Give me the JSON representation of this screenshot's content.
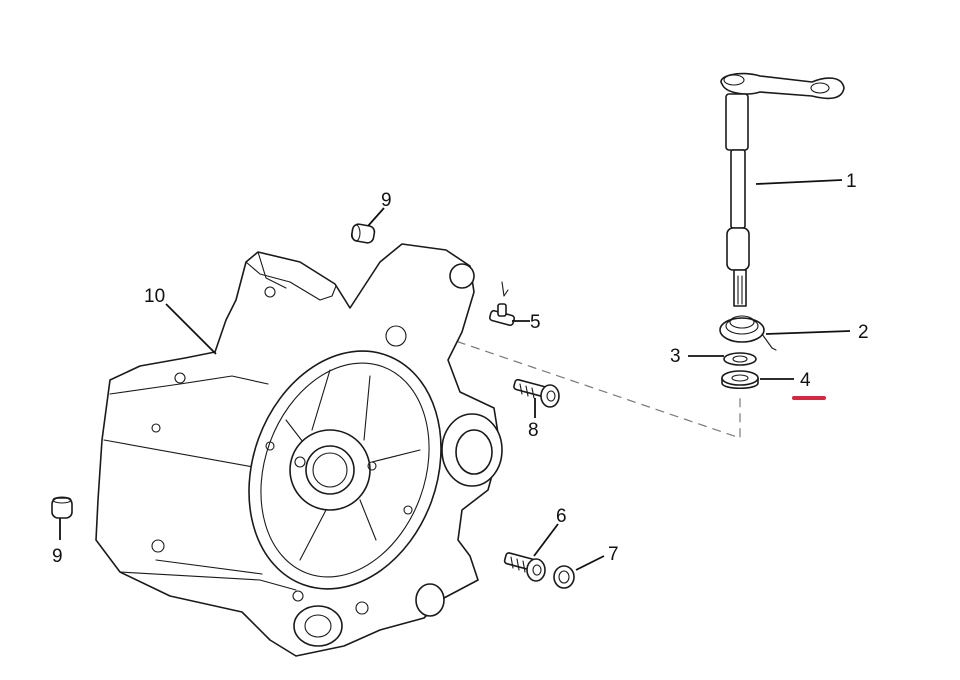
{
  "colors": {
    "line": "#1a1a1a",
    "background": "#ffffff",
    "highlight": "#d7263d",
    "dashed_guide": "#7a7a7a"
  },
  "callouts": {
    "c1": "1",
    "c2": "2",
    "c3": "3",
    "c4": "4",
    "c5": "5",
    "c6": "6",
    "c7": "7",
    "c8": "8",
    "c9_top": "9",
    "c9_left": "9",
    "c10": "10"
  }
}
